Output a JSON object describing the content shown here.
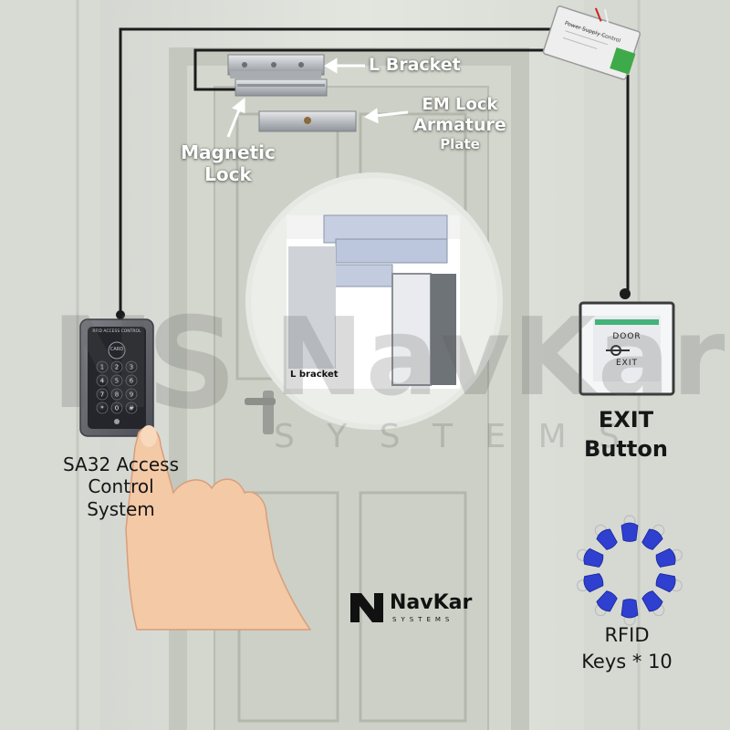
{
  "labels": {
    "l_bracket": "L Bracket",
    "em_lock_line1": "EM Lock",
    "em_lock_line2": "Armature",
    "em_lock_line3": "Plate",
    "magnetic_lock_line1": "Magnetic",
    "magnetic_lock_line2": "Lock",
    "access_control_line1": "SA32 Access",
    "access_control_line2": "Control",
    "access_control_line3": "System",
    "exit_button_line1": "EXIT",
    "exit_button_line2": "Button",
    "rfid_line1": "RFID",
    "rfid_line2": "Keys * 10",
    "inset_caption": "L bracket"
  },
  "keypad": {
    "header": "RFID ACCESS CONTROL",
    "card_text": "CARD",
    "keys": [
      "1",
      "2",
      "3",
      "4",
      "5",
      "6",
      "7",
      "8",
      "9",
      "*",
      "0",
      "#"
    ]
  },
  "exit_switch": {
    "line1": "DOOR",
    "line2": "EXIT"
  },
  "power_supply": {
    "label": "Power Supply Control"
  },
  "brand": {
    "monogram": "NS",
    "name": "NavKar",
    "tagline": "SYSTEMS"
  },
  "watermark": {
    "monogram": "NS",
    "name": "NavKar",
    "tagline": "S Y S T E M S"
  },
  "colors": {
    "wire": "#1c1c1c",
    "label_white": "#ffffff",
    "label_dark": "#161616",
    "rfid_tag_blue": "#2f3fd0",
    "keypad_body": "#2a2c31",
    "door": "#cfd2c6"
  }
}
